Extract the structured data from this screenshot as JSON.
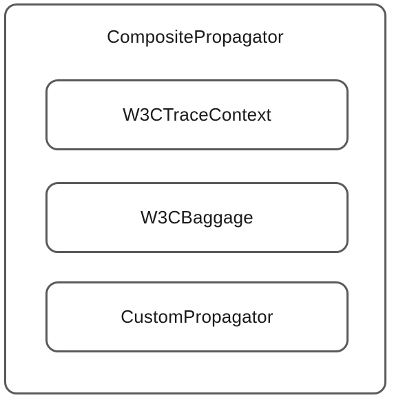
{
  "diagram": {
    "container": {
      "label": "CompositePropagator"
    },
    "boxes": [
      {
        "label": "W3CTraceContext"
      },
      {
        "label": "W3CBaggage"
      },
      {
        "label": "CustomPropagator"
      }
    ],
    "colors": {
      "border": "#5a5a5a",
      "text": "#1a1a1a",
      "background": "#ffffff"
    }
  }
}
